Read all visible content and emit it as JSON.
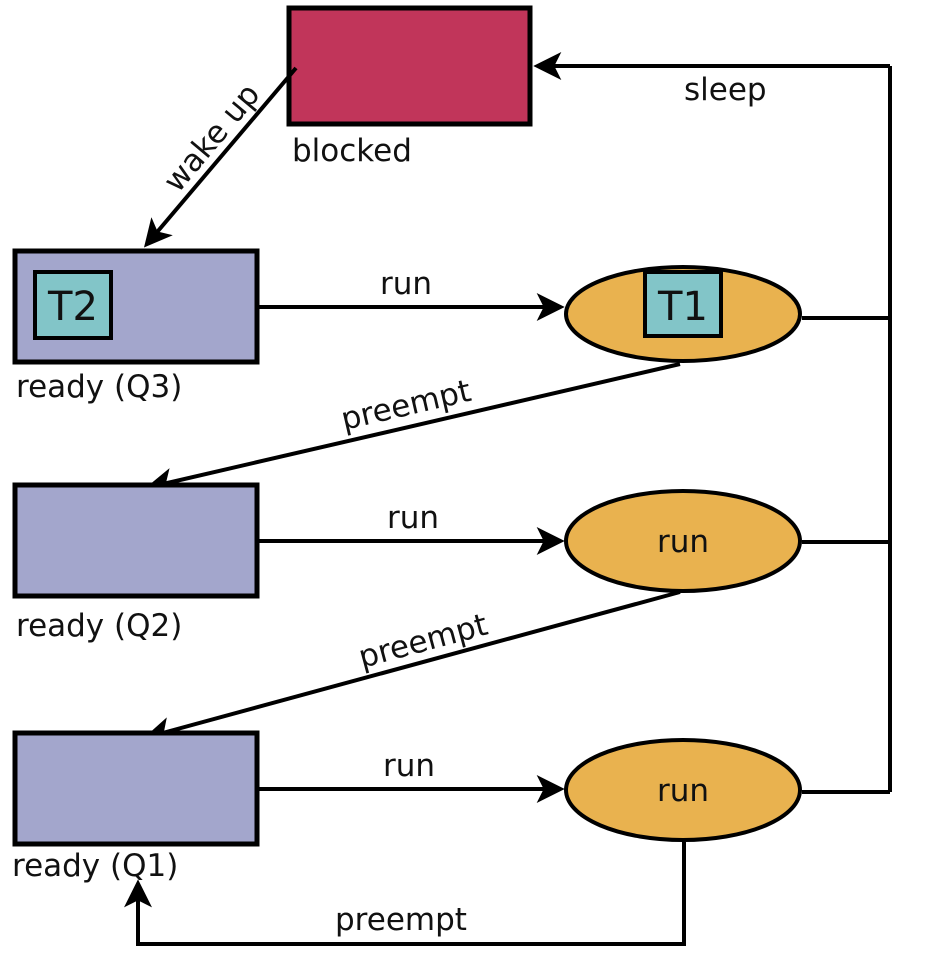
{
  "colors": {
    "blocked": "#c1355a",
    "queue": "#a3a6cc",
    "running": "#e9b24f",
    "thread": "#82c5c8",
    "stroke": "#000000"
  },
  "states": {
    "blocked": "blocked",
    "q3": "ready (Q3)",
    "q2": "ready (Q2)",
    "q1": "ready (Q1)",
    "run2": "run",
    "run1": "run"
  },
  "threads": {
    "t2": "T2",
    "t1": "T1"
  },
  "transitions": {
    "sleep": "sleep",
    "wake_up": "wake up",
    "run_q3": "run",
    "preempt_q3_to_q2": "preempt",
    "run_q2": "run",
    "preempt_q2_to_q1": "preempt",
    "run_q1": "run",
    "preempt_q1_loop": "preempt"
  }
}
